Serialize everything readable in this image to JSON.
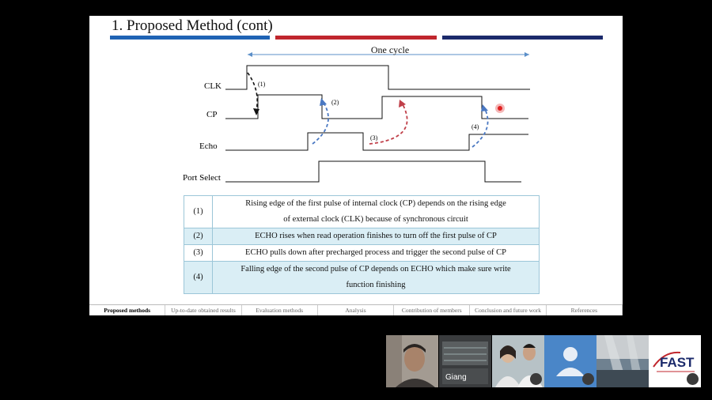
{
  "slide": {
    "title": "1. Proposed Method (cont)",
    "cycle_label": "One cycle",
    "signals": [
      "CLK",
      "CP",
      "Echo",
      "Port Select"
    ],
    "markers": [
      "(1)",
      "(2)",
      "(3)",
      "(4)"
    ],
    "table_rows": [
      {
        "num": "(1)",
        "text": "Rising edge of the first pulse of internal clock (CP) depends on the rising edge of external clock (CLK) because of synchronous circuit",
        "lines": [
          "Rising edge of the first pulse of internal clock (CP) depends on the rising edge",
          "of external clock (CLK) because of synchronous circuit"
        ]
      },
      {
        "num": "(2)",
        "text": "ECHO rises when read operation finishes to turn off the first pulse of CP"
      },
      {
        "num": "(3)",
        "text": "ECHO pulls down after precharged process and trigger the second pulse of CP"
      },
      {
        "num": "(4)",
        "text": "Falling edge of the second pulse of CP depends on ECHO which make sure write function finishing",
        "lines": [
          "Falling edge of the second pulse of CP depends on ECHO which make sure write",
          "function finishing"
        ]
      }
    ],
    "nav": [
      "Proposed methods",
      "Up-to-date obtained results",
      "Evaluation methods",
      "Analysis",
      "Contribution of members",
      "Conclusion and future work",
      "References"
    ],
    "nav_active": "Proposed methods"
  },
  "participants": [
    {
      "name": ""
    },
    {
      "name": "Giang"
    },
    {
      "name": ""
    },
    {
      "name": ""
    },
    {
      "name": ""
    },
    {
      "name": ""
    }
  ],
  "logo_text": "FAST",
  "colors": {
    "blue": "#1f63b4",
    "red": "#c0262d",
    "navy": "#1b2a6b",
    "table_shade": "#daeef5",
    "avatar_tile": "#4a86c8"
  }
}
